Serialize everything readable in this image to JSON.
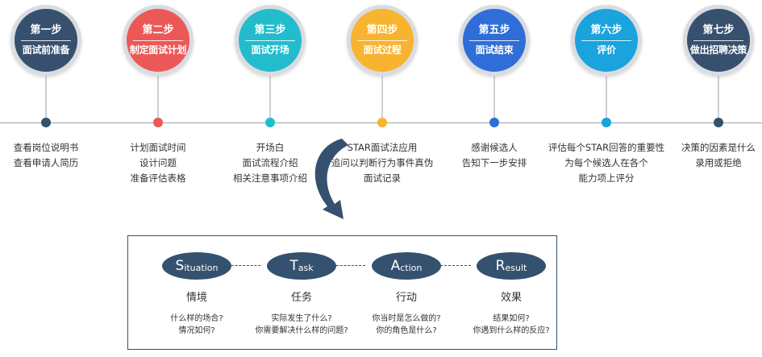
{
  "steps": [
    {
      "num": "第一步",
      "title": "面试前准备",
      "color": "#36506e",
      "lines": [
        "查看岗位说明书",
        "查看申请人简历"
      ]
    },
    {
      "num": "第二步",
      "title": "制定面试计划",
      "color": "#ec5858",
      "lines": [
        "计划面试时间",
        "设计问题",
        "准备评估表格"
      ]
    },
    {
      "num": "第三步",
      "title": "面试开场",
      "color": "#23bccd",
      "lines": [
        "开场白",
        "面试流程介绍",
        "相关注意事项介绍"
      ]
    },
    {
      "num": "第四步",
      "title": "面试过程",
      "color": "#f8b32f",
      "lines": [
        "STAR面试法应用",
        "追问以判断行为事件真伪",
        "面试记录"
      ]
    },
    {
      "num": "第五步",
      "title": "面试结束",
      "color": "#2f6ed8",
      "lines": [
        "感谢候选人",
        "告知下一步安排"
      ]
    },
    {
      "num": "第六步",
      "title": "评价",
      "color": "#1aa3dc",
      "lines": [
        "评估每个STAR回答的重要性",
        "为每个候选人在各个",
        "能力项上评分"
      ]
    },
    {
      "num": "第七步",
      "title": "做出招聘决策",
      "color": "#36506e",
      "lines": [
        "决策的因素是什么",
        "录用或拒绝"
      ]
    }
  ],
  "star": [
    {
      "first": "S",
      "rest": "ituation",
      "cn": "情境",
      "questions": [
        "什么样的场合?",
        "情况如何?"
      ]
    },
    {
      "first": "T",
      "rest": "ask",
      "cn": "任务",
      "questions": [
        "实际发生了什么?",
        "你需要解决什么样的问题?"
      ]
    },
    {
      "first": "A",
      "rest": "ction",
      "cn": "行动",
      "questions": [
        "你当时是怎么做的?",
        "你的角色是什么?"
      ]
    },
    {
      "first": "R",
      "rest": "esult",
      "cn": "效果",
      "questions": [
        "结果如何?",
        "你遇到什么样的反应?"
      ]
    }
  ],
  "colors": {
    "timeline": "#9aa1aa",
    "star_box": "#34526f",
    "arrow": "#34526f"
  }
}
